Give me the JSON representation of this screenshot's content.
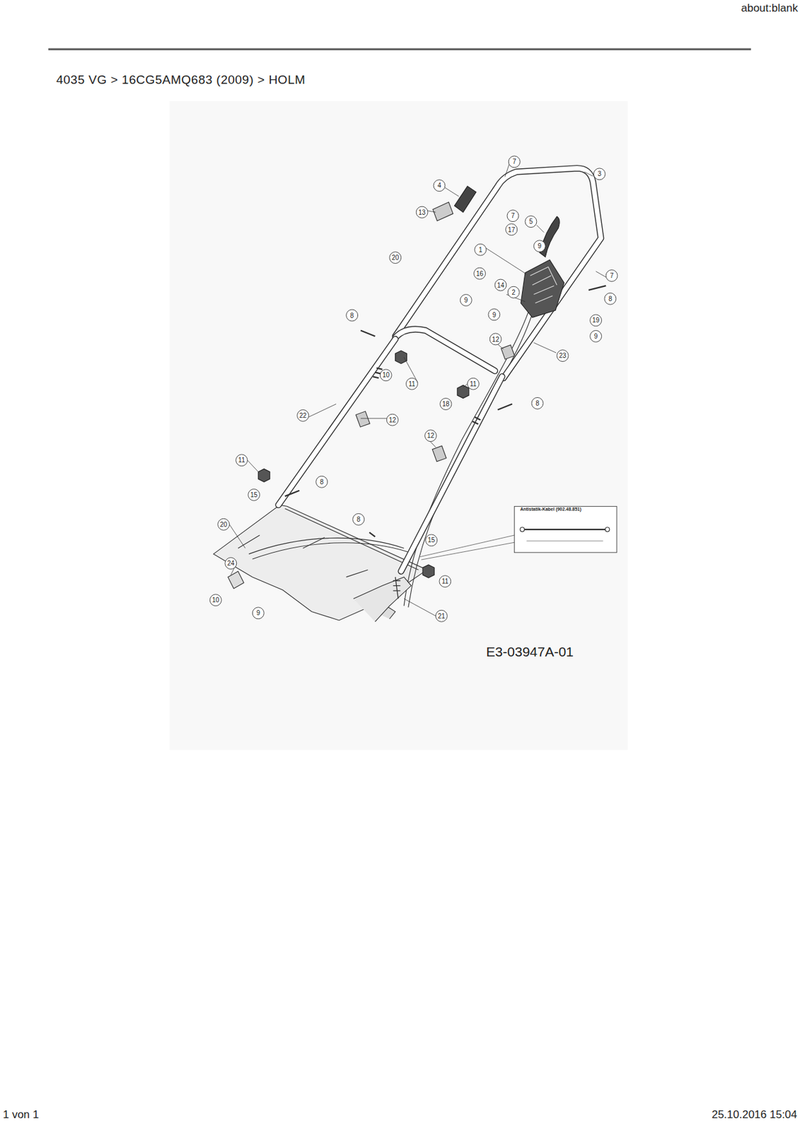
{
  "diagram": {
    "title": "4035 VG > 16CG5AMQ683 (2009) > HOLM",
    "labels": [
      "about:blank",
      "7",
      "3",
      "4",
      "13",
      "7",
      "5",
      "17",
      "1",
      "9",
      "20",
      "16",
      "14",
      "7",
      "9",
      "8",
      "2",
      "9",
      "19",
      "8",
      "9",
      "12",
      "23",
      "10",
      "11",
      "11",
      "18",
      "8",
      "22",
      "12",
      "12",
      "11",
      "8",
      "15",
      "8",
      "20",
      "15",
      "24",
      "11",
      "10",
      "9",
      "21",
      "Antistatik-Kabel (902.48.851)",
      "E3-03947A-01",
      "1 von 1",
      "25.10.2016 15:04"
    ]
  }
}
